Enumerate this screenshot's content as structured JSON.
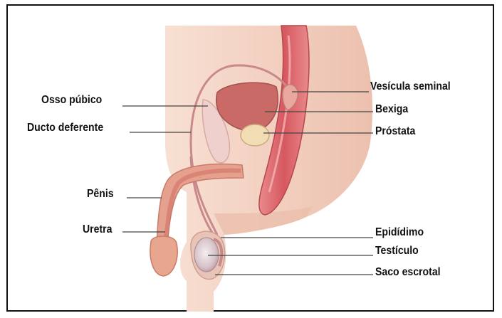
{
  "labels": {
    "osso_pubico": "Osso púbico",
    "ducto_deferente": "Ducto deferente",
    "penis": "Pênis",
    "uretra": "Uretra",
    "vesicula_seminal": "Vesícula seminal",
    "bexiga": "Bexiga",
    "prostata": "Próstata",
    "epididimo": "Epidídimo",
    "testiculo": "Testículo",
    "saco_escrotal": "Saco escrotal"
  },
  "colors": {
    "skin": "#f3d3c3",
    "skin_shadow": "#e7b7a5",
    "organ_red": "#d9646b",
    "organ_dark": "#b8464f",
    "bladder": "#c96a66",
    "prostate": "#f2dcb4",
    "leader_line": "#444444"
  }
}
